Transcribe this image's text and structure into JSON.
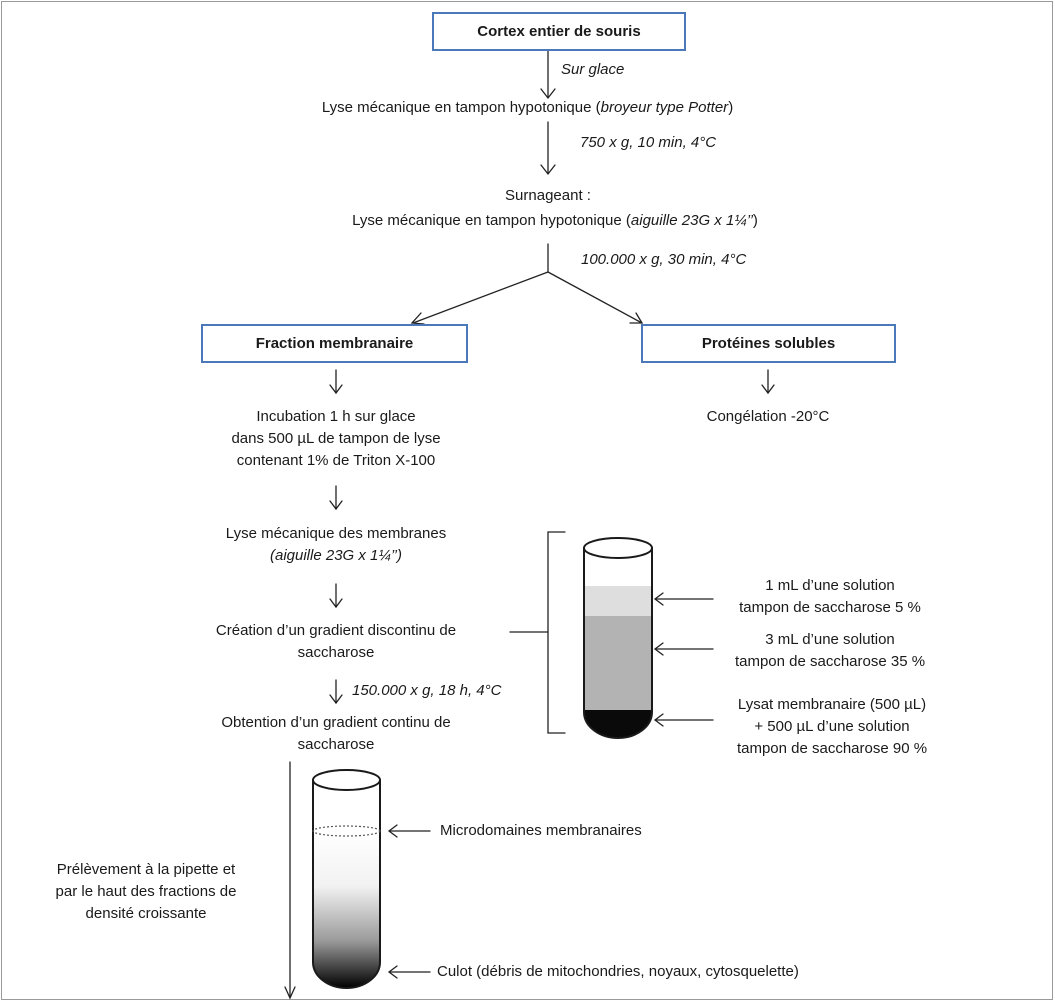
{
  "boxes": {
    "cortex": "Cortex entier de souris",
    "membrane_fraction": "Fraction membranaire",
    "soluble_proteins": "Protéines solubles"
  },
  "steps": {
    "on_ice": "Sur glace",
    "lysis1_main": "Lyse mécanique en tampon hypotonique (",
    "lysis1_italic": "broyeur type Potter",
    "lysis1_end": ")",
    "spin1_a": "750",
    "spin1_b": " x g, ",
    "spin1_c": "10 min, 4°C",
    "supernatant": "Surnageant :",
    "lysis2_main": "Lyse mécanique en tampon hypotonique (",
    "lysis2_italic": "aiguille 23G x 1¼’’",
    "lysis2_end": ")",
    "spin2_a": "100.000",
    "spin2_b": " x g, ",
    "spin2_c": "30 min, 4°C",
    "incubation": [
      "Incubation 1 h sur glace",
      "dans 500 µL de tampon de lyse",
      "contenant 1% de Triton X-100"
    ],
    "freezing": "Congélation -20°C",
    "membrane_lysis": "Lyse mécanique des membranes",
    "membrane_lysis_needle": "(aiguille 23G x 1¼’’)",
    "gradient_creation": [
      "Création d’un gradient discontinu de",
      "saccharose"
    ],
    "spin3_a": "150.000",
    "spin3_b": " x g, ",
    "spin3_c": "18 h, 4°C",
    "gradient_continuous": [
      "Obtention d’un gradient continu de",
      "saccharose"
    ]
  },
  "tube1_labels": {
    "layer1": [
      "1 mL d’une solution",
      "tampon de saccharose 5 %"
    ],
    "layer2": [
      "3 mL d’une solution",
      "tampon de saccharose 35 %"
    ],
    "layer3": [
      "Lysat membranaire (500 µL)",
      "+ 500 µL d’une solution",
      "tampon de saccharose 90 %"
    ]
  },
  "tube2_labels": {
    "sampling": [
      "Prélèvement à la pipette et",
      "par le haut des fractions de",
      "densité croissante"
    ],
    "microdomains": "Microdomaines membranaires",
    "pellet": "Culot (débris de mitochondries, noyaux, cytosquelette)"
  },
  "colors": {
    "box_border": "#4a78b8",
    "layer1": "#dedede",
    "layer2": "#b3b3b3",
    "layer3": "#0a0a0a"
  }
}
